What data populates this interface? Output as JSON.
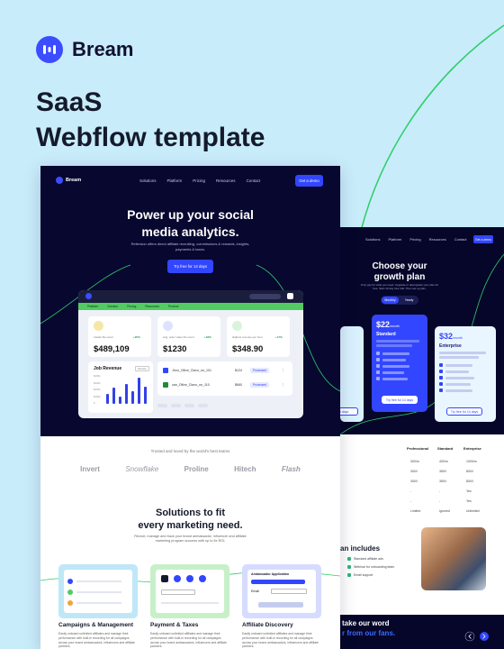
{
  "brand": {
    "name": "Bream",
    "accent": "#3b4dff"
  },
  "hero": {
    "line1": "SaaS",
    "line2": "Webflow template"
  },
  "colors": {
    "background": "#c9ecfb",
    "dark": "#070730",
    "primary": "#3246ff",
    "green": "#52cc62"
  },
  "front": {
    "logo": "Bream",
    "nav": [
      "Solutions",
      "Platform",
      "Pricing",
      "Resources",
      "Contact"
    ],
    "demo_button": "Get a demo",
    "headline1": "Power up your social",
    "headline2": "media analytics.",
    "subtext": "Refersion offers direct affiliate recruiting, commissions & rewards, insights, payments & taxes.",
    "cta": "Try free for 14 days",
    "dashboard": {
      "tabs": [
        "Platform",
        "Solution",
        "Pricing",
        "Resources",
        "Product"
      ],
      "stats": [
        {
          "label": "Instant life count",
          "badge": "+20%",
          "value": "$489,109",
          "icon": "star-icon",
          "color": "#f6e7a6"
        },
        {
          "label": "Avg. order value life count",
          "badge": "+18%",
          "value": "$1230",
          "icon": "chart-icon",
          "color": "#dfe2ff"
        },
        {
          "label": "Highest revenue per hour",
          "badge": "+17%",
          "value": "$348.90",
          "icon": "dollar-icon",
          "color": "#d9f4dd"
        }
      ],
      "revenue_title": "Job Revenue",
      "revenue_filter": "Weekly",
      "revenue_axis": [
        "$400k",
        "$300k",
        "$200k",
        "$100k",
        "0"
      ],
      "revenue_bars": [
        0.35,
        0.55,
        0.25,
        0.7,
        0.45,
        0.9,
        0.6
      ],
      "rows": [
        {
          "name": "Jhon_Ollive_Clavo_on_101",
          "value": "$124",
          "status": "Processed"
        },
        {
          "name": "can_Ollive_Clavo_on_110",
          "value": "$660",
          "status": "Processed"
        }
      ]
    },
    "trusted": "Trusted and loved by the world's best teams",
    "logos": [
      "Invert",
      "Snowflake",
      "Proline",
      "Hitech",
      "Flash"
    ],
    "solutions_h1": "Solutions to fit",
    "solutions_h2": "every marketing need.",
    "solutions_sub": "Recruit, manage and track your brand ambassador, influencer and affiliate marketing program success with up to 5x ROI.",
    "features": [
      {
        "title": "Campaigns & Management",
        "desc": "Easily onboard unlimited affiliates and manage their performance with built-in recording for all campaigns across your brand ambassadors, influencers and affiliate partners.",
        "color": "#bfe7f7"
      },
      {
        "title": "Payment & Taxes",
        "desc": "Easily onboard unlimited affiliates and manage their performance with built-in recording for all campaigns across your brand ambassadors, influencers and affiliate partners.",
        "color": "#c7f0c9"
      },
      {
        "title": "Affiliate Discovery",
        "desc": "Easily onboard unlimited affiliates and manage their performance with built-in recording for all campaigns across your brand ambassadors, influencers and affiliate partners.",
        "color": "#d6dbff"
      }
    ],
    "affiliate_card": "Ambassador Application",
    "affiliate_field": "Email"
  },
  "back": {
    "nav": [
      "Solutions",
      "Platform",
      "Pricing",
      "Resources",
      "Contact"
    ],
    "demo_button": "Get a demo",
    "title1": "Choose your",
    "title2": "growth plan",
    "subtext": "Only pay for what you need. Upgrade or downgrade your plan for free. Start 14 day free trial. Then set up plan.",
    "toggle": [
      "Monthly",
      "Yearly"
    ],
    "standard": {
      "price": "$22",
      "per": "/month",
      "name": "Standard",
      "button": "Try free for 14 days"
    },
    "enterprise": {
      "price": "$32",
      "per": "/month",
      "name": "Enterprise",
      "button": "Try free for 14 days"
    },
    "left_button": "14 days",
    "compare_headers": [
      "Professional",
      "Standard",
      "Enterprise"
    ],
    "compare_rows": [
      [
        "300/m",
        "400/m",
        "1000/m"
      ],
      [
        "300/l",
        "350/l",
        "800/l"
      ],
      [
        "300/l",
        "350/l",
        "800/l"
      ],
      [
        "-",
        "-",
        "Yes"
      ],
      [
        "-",
        "-",
        "Yes"
      ],
      [
        "Limited",
        "Ignored",
        "Unlimited"
      ]
    ],
    "includes": "an includes",
    "include_items": [
      "Standard affiliate ads",
      "Webinar for onboarding team",
      "Email support"
    ],
    "footer1": "take our word",
    "footer2": "r from our fans."
  }
}
